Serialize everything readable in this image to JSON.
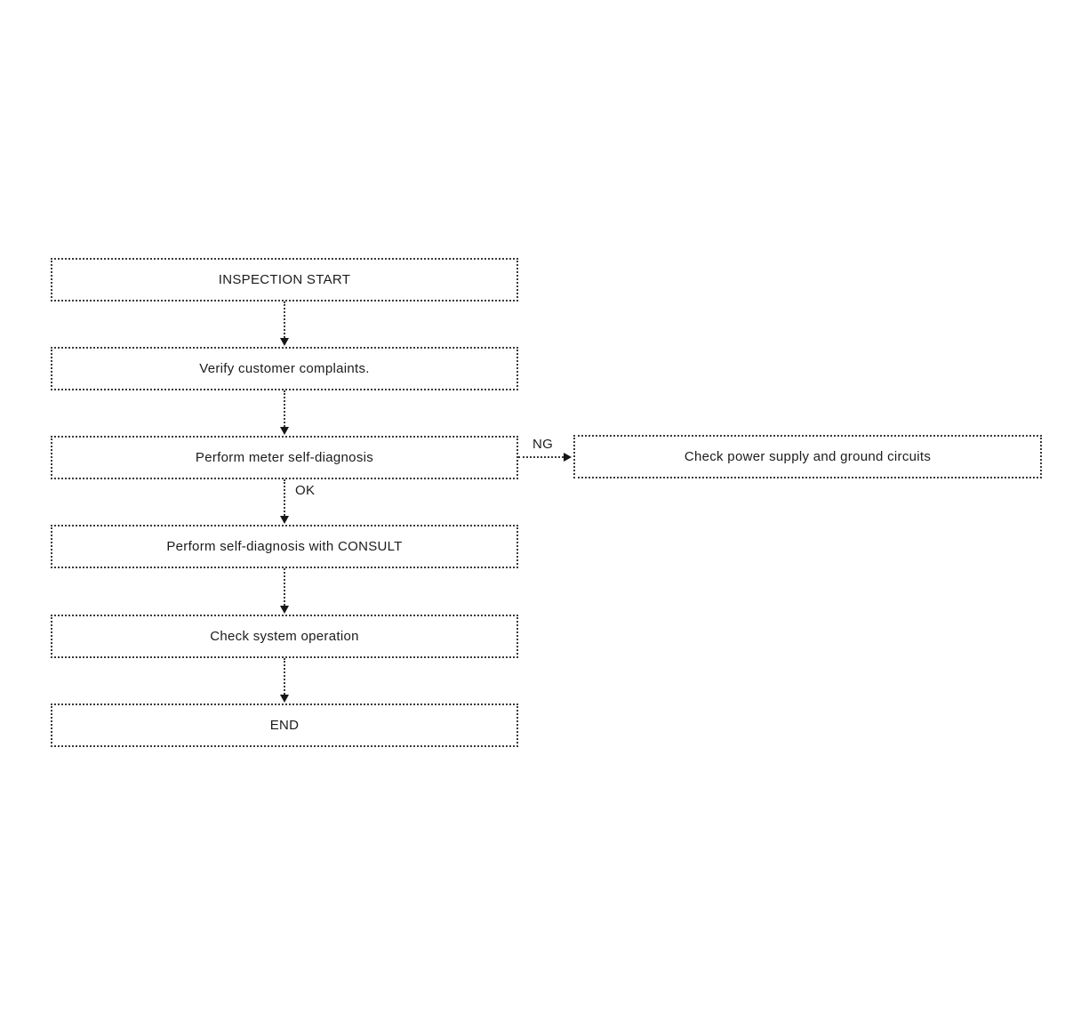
{
  "diagram": {
    "type": "flowchart",
    "background_color": "#ffffff",
    "line_color": "#3a3a3a",
    "text_color": "#1b1b1b",
    "nodes": [
      {
        "id": "inspection-start",
        "label": "INSPECTION START"
      },
      {
        "id": "verify-complaints",
        "label": "Verify customer complaints."
      },
      {
        "id": "meter-self-diagnosis",
        "label": "Perform meter self-diagnosis"
      },
      {
        "id": "consult-self-diagnosis",
        "label": "Perform self-diagnosis with CONSULT"
      },
      {
        "id": "check-system-operation",
        "label": "Check system operation"
      },
      {
        "id": "end",
        "label": "END"
      },
      {
        "id": "check-power-supply",
        "label": "Check power supply and ground circuits"
      }
    ],
    "edges": [
      {
        "from": "inspection-start",
        "to": "verify-complaints",
        "label": ""
      },
      {
        "from": "verify-complaints",
        "to": "meter-self-diagnosis",
        "label": ""
      },
      {
        "from": "meter-self-diagnosis",
        "to": "consult-self-diagnosis",
        "label": "OK"
      },
      {
        "from": "meter-self-diagnosis",
        "to": "check-power-supply",
        "label": "NG"
      },
      {
        "from": "consult-self-diagnosis",
        "to": "check-system-operation",
        "label": ""
      },
      {
        "from": "check-system-operation",
        "to": "end",
        "label": ""
      }
    ],
    "edge_labels": {
      "ok": "OK",
      "ng": "NG"
    }
  }
}
